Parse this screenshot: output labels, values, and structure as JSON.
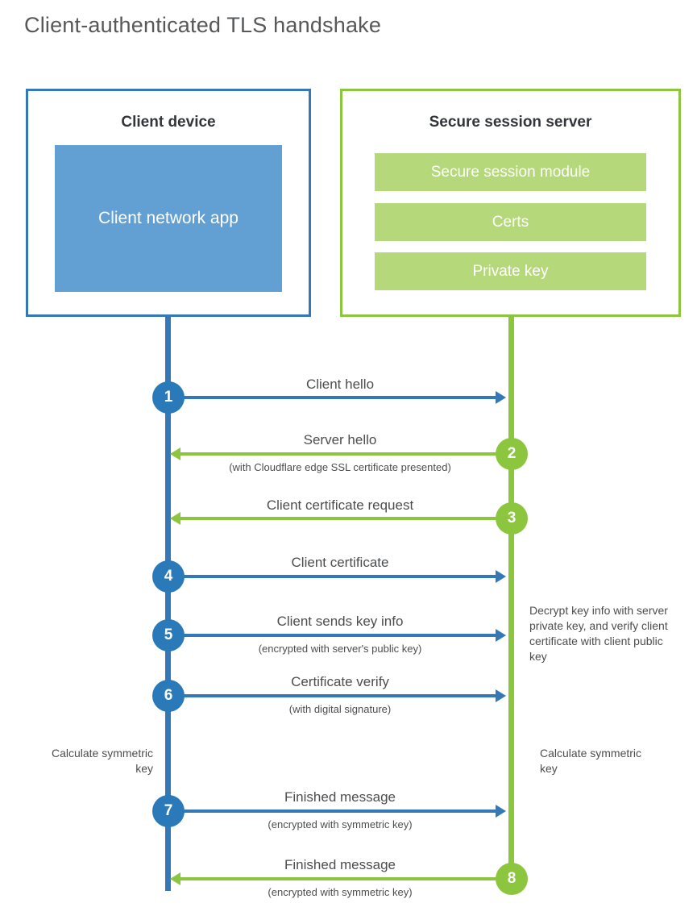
{
  "title": "Client-authenticated TLS handshake",
  "colors": {
    "client_blue": "#3478b8",
    "client_app_fill": "#62a0d4",
    "step_blue": "#2a7ab9",
    "server_green": "#8cc63f",
    "server_chip_fill": "#b5d97a",
    "text_gray": "#4c4d4f",
    "title_gray": "#57585a"
  },
  "actors": {
    "client": {
      "title": "Client device",
      "app_label": "Client network app"
    },
    "server": {
      "title": "Secure session server",
      "chips": [
        "Secure session module",
        "Certs",
        "Private key"
      ]
    }
  },
  "steps": [
    {
      "number": "1",
      "label": "Client hello",
      "sub": "",
      "direction": "right",
      "color": "blue"
    },
    {
      "number": "2",
      "label": "Server hello",
      "sub": "(with Cloudflare edge SSL certificate presented)",
      "direction": "left",
      "color": "green"
    },
    {
      "number": "3",
      "label": "Client certificate request",
      "sub": "",
      "direction": "left",
      "color": "green"
    },
    {
      "number": "4",
      "label": "Client certificate",
      "sub": "",
      "direction": "right",
      "color": "blue"
    },
    {
      "number": "5",
      "label": "Client sends key info",
      "sub": "(encrypted with server's public key)",
      "direction": "right",
      "color": "blue"
    },
    {
      "number": "6",
      "label": "Certificate verify",
      "sub": "(with digital signature)",
      "direction": "right",
      "color": "blue"
    },
    {
      "number": "7",
      "label": "Finished message",
      "sub": "(encrypted with symmetric key)",
      "direction": "right",
      "color": "blue"
    },
    {
      "number": "8",
      "label": "Finished message",
      "sub": "(encrypted with symmetric key)",
      "direction": "left",
      "color": "green"
    }
  ],
  "notes": {
    "server_decrypt": "Decrypt key info with server private key, and verify client certificate with client public key",
    "client_calculate": "Calculate symmetric key",
    "server_calculate": "Calculate symmetric key"
  }
}
